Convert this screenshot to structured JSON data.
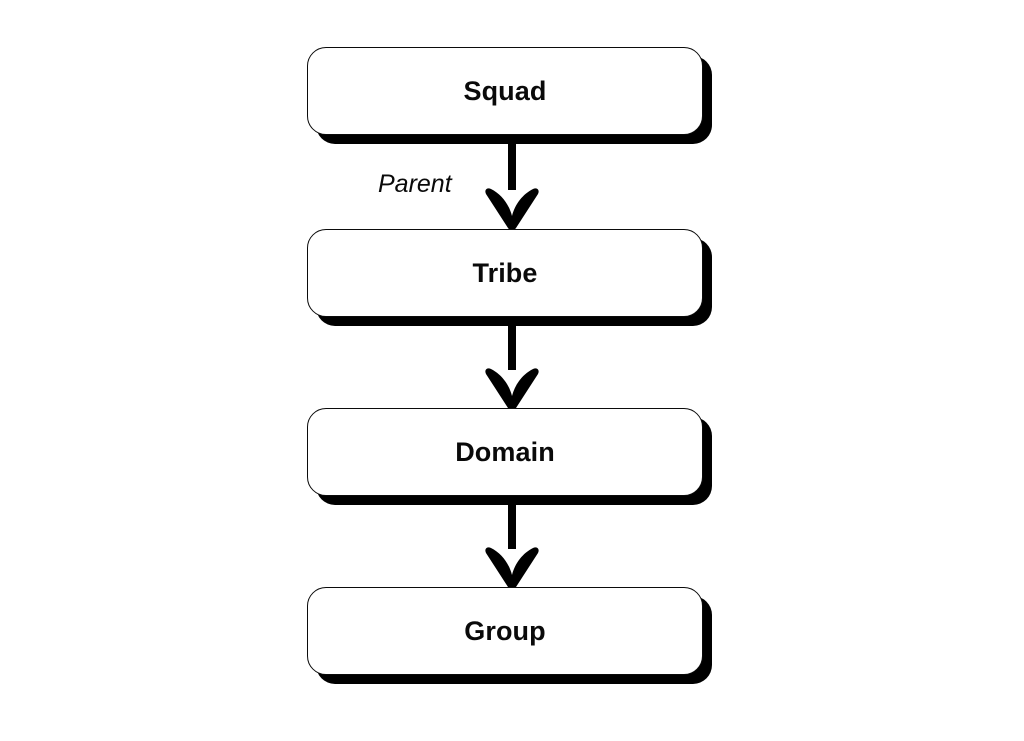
{
  "diagram": {
    "title": "Organization hierarchy flowchart",
    "type": "flowchart",
    "direction": "top-to-bottom",
    "background_color": "#ffffff",
    "node_fill_color": "#ffffff",
    "node_border_color": "#0b0b0b",
    "node_text_color": "#0a0a0a",
    "shadow_color": "#000000",
    "edge_color": "#000000",
    "nodes": [
      {
        "id": "squad",
        "label": "Squad"
      },
      {
        "id": "tribe",
        "label": "Tribe"
      },
      {
        "id": "domain",
        "label": "Domain"
      },
      {
        "id": "group",
        "label": "Group"
      }
    ],
    "edges": [
      {
        "id": "squad-tribe",
        "from": "squad",
        "to": "tribe",
        "label": "Parent",
        "arrow": "barbed-down"
      },
      {
        "id": "tribe-domain",
        "from": "tribe",
        "to": "domain",
        "label": "",
        "arrow": "barbed-down"
      },
      {
        "id": "domain-group",
        "from": "domain",
        "to": "group",
        "label": "",
        "arrow": "barbed-down"
      }
    ]
  }
}
